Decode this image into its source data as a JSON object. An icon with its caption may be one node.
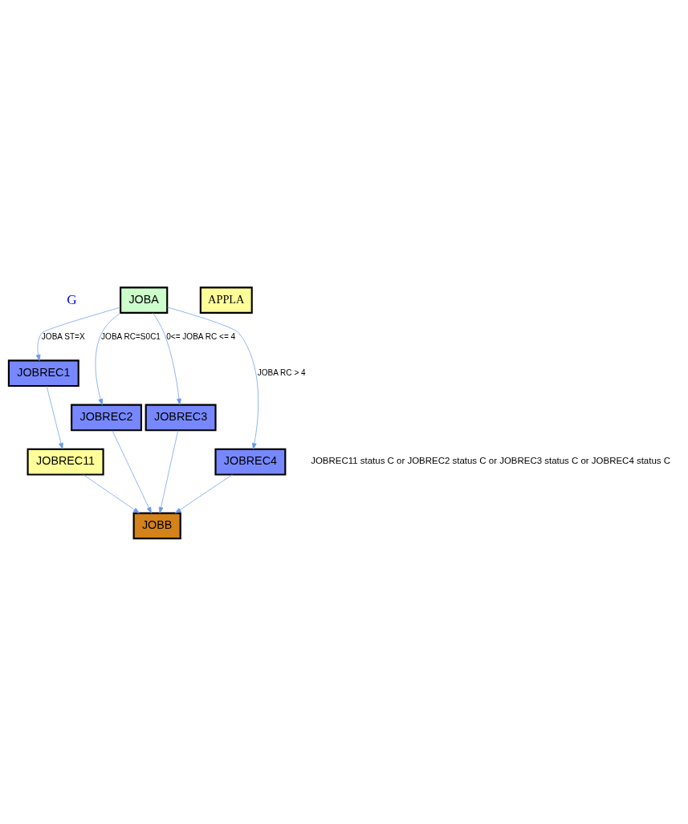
{
  "diagram": {
    "nodes": [
      {
        "text": [
          "JOBA"
        ]
      },
      {
        "text": [
          "APPLA"
        ]
      },
      {
        "text": [
          "JOBREC1"
        ]
      },
      {
        "text": [
          "JOBREC2"
        ]
      },
      {
        "text": [
          "JOBREC3"
        ]
      },
      {
        "text": [
          "JOBREC4"
        ]
      },
      {
        "text": [
          "JOBREC11"
        ]
      },
      {
        "text": [
          "JOBB"
        ]
      }
    ],
    "edges": [
      {
        "from": 0,
        "to": 2,
        "arrow": "to",
        "label": "JOBA ST=X"
      },
      {
        "from": 0,
        "to": 3,
        "arrow": "to",
        "label": "JOBA RC=S0C1"
      },
      {
        "from": 0,
        "to": 4,
        "arrow": "to",
        "label": "0<= JOBA RC <= 4"
      },
      {
        "from": 0,
        "to": 5,
        "arrow": "to",
        "label": "JOBA RC > 4"
      },
      {
        "from": 2,
        "to": 6,
        "arrow": "to"
      },
      {
        "from": 6,
        "to": 7,
        "arrow": "to"
      },
      {
        "from": 3,
        "to": 7,
        "arrow": "to"
      },
      {
        "from": 4,
        "to": 7,
        "arrow": "to"
      },
      {
        "from": 5,
        "to": 7,
        "arrow": "to"
      }
    ],
    "labels": [
      "G",
      "JOBREC11 status C or JOBREC2 status C or JOBREC3 status C or JOBREC4 status C"
    ]
  }
}
